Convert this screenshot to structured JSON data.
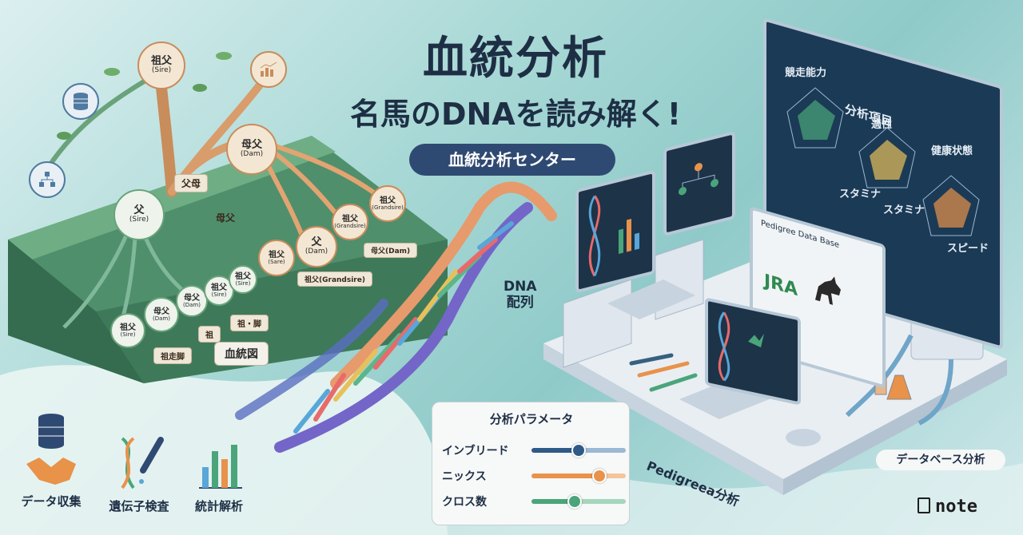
{
  "header": {
    "title": "血統分析",
    "subtitle": "名馬のDNAを読み解く!",
    "badge": "血統分析センター"
  },
  "pedigree": {
    "nodes": {
      "grandsire_top": {
        "main": "祖父",
        "sub": "(Sire)"
      },
      "damsire": {
        "main": "母父",
        "sub": "(Dam)"
      },
      "sire": {
        "main": "父",
        "sub": "(Sire)"
      },
      "grandsire_r1": {
        "main": "祖父",
        "sub": "(Grandsire)"
      },
      "dam_r": {
        "main": "父",
        "sub": "(Dam)"
      },
      "grandsire_r2": {
        "main": "祖父",
        "sub": "(Sare)"
      },
      "n_low1": {
        "main": "祖父",
        "sub": "(Sire)"
      },
      "n_low2": {
        "main": "母父",
        "sub": "(Dam)"
      },
      "n_low3": {
        "main": "母父",
        "sub": "(Dam)"
      },
      "n_low4": {
        "main": "祖父",
        "sub": "(Sire)"
      },
      "n_low5": {
        "main": "祖父",
        "sub": "(Sire)"
      }
    },
    "tags": {
      "fubo": "父母",
      "bofu": "母父",
      "sofu_gs": "祖父(Grandsire)",
      "bofu_right": "母父(Dam)",
      "low_a": "祖走脚",
      "low_b": "祖",
      "low_c": "祖・脚"
    },
    "ketto_label": "血統図"
  },
  "dna": {
    "label_line1": "DNA",
    "label_line2": "配列"
  },
  "bottom_icons": [
    {
      "label": "データ収集",
      "icon": "database-handshake-icon"
    },
    {
      "label": "遺伝子検査",
      "icon": "dna-dropper-icon"
    },
    {
      "label": "統計解析",
      "icon": "bar-chart-icon"
    }
  ],
  "params": {
    "title": "分析パラメータ",
    "rows": [
      {
        "label": "インブリード",
        "level": 0.5,
        "color": "#2f5a87",
        "track": "#9bb8d4"
      },
      {
        "label": "ニックス",
        "level": 0.72,
        "color": "#e8924a",
        "track": "#f3c59b"
      },
      {
        "label": "クロス数",
        "level": 0.46,
        "color": "#4aa57a",
        "track": "#a6d6bd"
      }
    ]
  },
  "analysis_screen": {
    "title": "分析項目",
    "labels": [
      "競走能力",
      "適性",
      "健康状態",
      "スタミナ",
      "スタミナ",
      "スピード"
    ]
  },
  "database_screen": {
    "title": "Pedigree Data Base",
    "logo": "JRA"
  },
  "captions": {
    "pedigree_analysis": "Pedigreea分析",
    "database_analysis": "データベース分析"
  },
  "brand": {
    "note": "note"
  },
  "colors": {
    "navy": "#1e2f45",
    "badge": "#2f4a72",
    "copper": "#c98c5b",
    "green": "#4aa57a"
  }
}
